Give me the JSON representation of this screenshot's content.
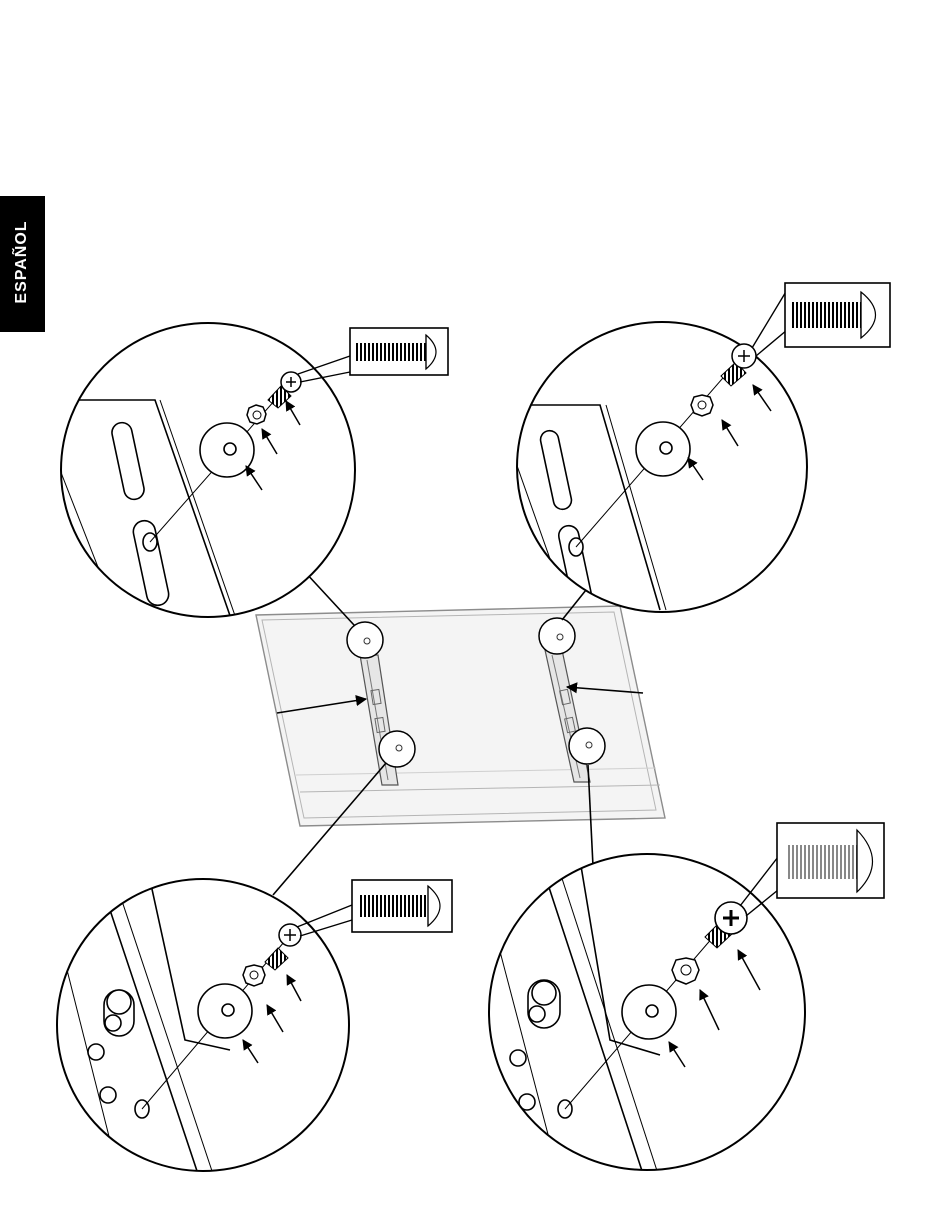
{
  "sidebar_tab": {
    "label": "ESPAÑOL"
  },
  "colors": {
    "ink": "#000000",
    "paper": "#ffffff",
    "panel": "#f2f2f2"
  },
  "callouts": [
    {
      "name": "detail-top-left",
      "screw": "long"
    },
    {
      "name": "detail-top-right",
      "screw": "long"
    },
    {
      "name": "detail-bottom-left",
      "screw": "long"
    },
    {
      "name": "detail-bottom-right",
      "screw": "short"
    }
  ]
}
